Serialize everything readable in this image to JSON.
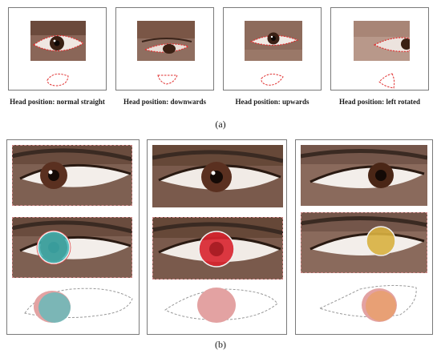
{
  "part_a": {
    "label": "(a)",
    "panels": [
      {
        "caption": "Head position: normal straight"
      },
      {
        "caption": "Head position: downwards"
      },
      {
        "caption": "Head position: upwards"
      },
      {
        "caption": "Head position: left rotated"
      }
    ]
  },
  "part_b": {
    "label": "(b)",
    "overlay_colors": [
      "#3fb6b6",
      "#d8242e",
      "#d8b040"
    ],
    "outline_fill_colors": [
      "#6fb8b8",
      "#e3a2a2",
      "#e8a070"
    ]
  },
  "colors": {
    "skin": "#8a6a5a",
    "sclera": "#f2ede8",
    "iris": "#4a2a1a",
    "contour": "#e03030"
  }
}
